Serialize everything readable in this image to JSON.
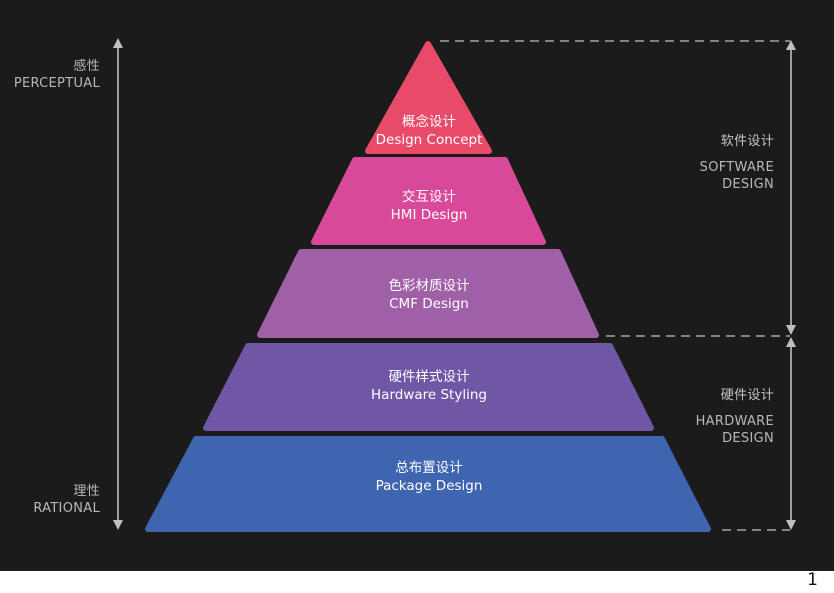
{
  "axis_left": {
    "top": {
      "cn": "感性",
      "en": "PERCEPTUAL"
    },
    "bottom": {
      "cn": "理性",
      "en": "RATIONAL"
    }
  },
  "right_groups": [
    {
      "cn": "软件设计",
      "en_line1": "SOFTWARE",
      "en_line2": "DESIGN"
    },
    {
      "cn": "硬件设计",
      "en_line1": "HARDWARE",
      "en_line2": "DESIGN"
    }
  ],
  "tiers": [
    {
      "cn": "概念设计",
      "en": "Design Concept",
      "color": "#e84a6a"
    },
    {
      "cn": "交互设计",
      "en": "HMI Design",
      "color": "#d9499a"
    },
    {
      "cn": "色彩材质设计",
      "en": "CMF Design",
      "color": "#a060a8"
    },
    {
      "cn": "硬件样式设计",
      "en": "Hardware Styling",
      "color": "#6f57a6"
    },
    {
      "cn": "总布置设计",
      "en": "Package Design",
      "color": "#3f64b0"
    }
  ],
  "colors": {
    "background": "#1b1b1b",
    "axis": "#bfbfbf"
  },
  "page_number": "1"
}
